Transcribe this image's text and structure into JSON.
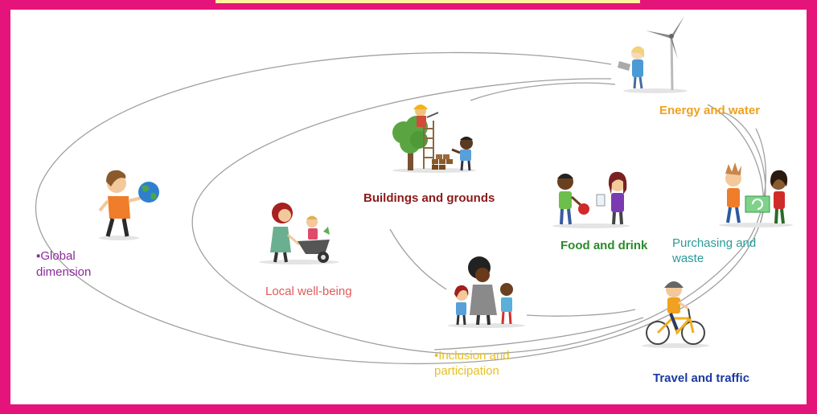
{
  "colors": {
    "frame": "#e5147a",
    "orbit": "#9a9a9a",
    "energy": "#f0a020",
    "buildings": "#8b1a1a",
    "food": "#2a8a2a",
    "purchasing": "#2a9a9a",
    "travel": "#1a3aa0",
    "inclusion": "#e8c020",
    "local": "#e05a5a",
    "global": "#8a2a9a"
  },
  "labels": {
    "energy": "Energy and water",
    "buildings": "Buildings and grounds",
    "food": "Food and drink",
    "purchasing_line1": "Purchasing and",
    "purchasing_line2": "waste",
    "travel": "Travel and traffic",
    "inclusion_line1": "•Inclusion and",
    "inclusion_line2": "participation",
    "local": "Local well-being",
    "global_line1": "▪Global",
    "global_line2": "dimension"
  },
  "illustrations": [
    "wind-turbine-child",
    "builder-with-tree",
    "children-sharing-food",
    "children-recycling",
    "child-on-bicycle",
    "teacher-with-children",
    "parent-with-wheelbarrow",
    "boy-with-globe"
  ]
}
